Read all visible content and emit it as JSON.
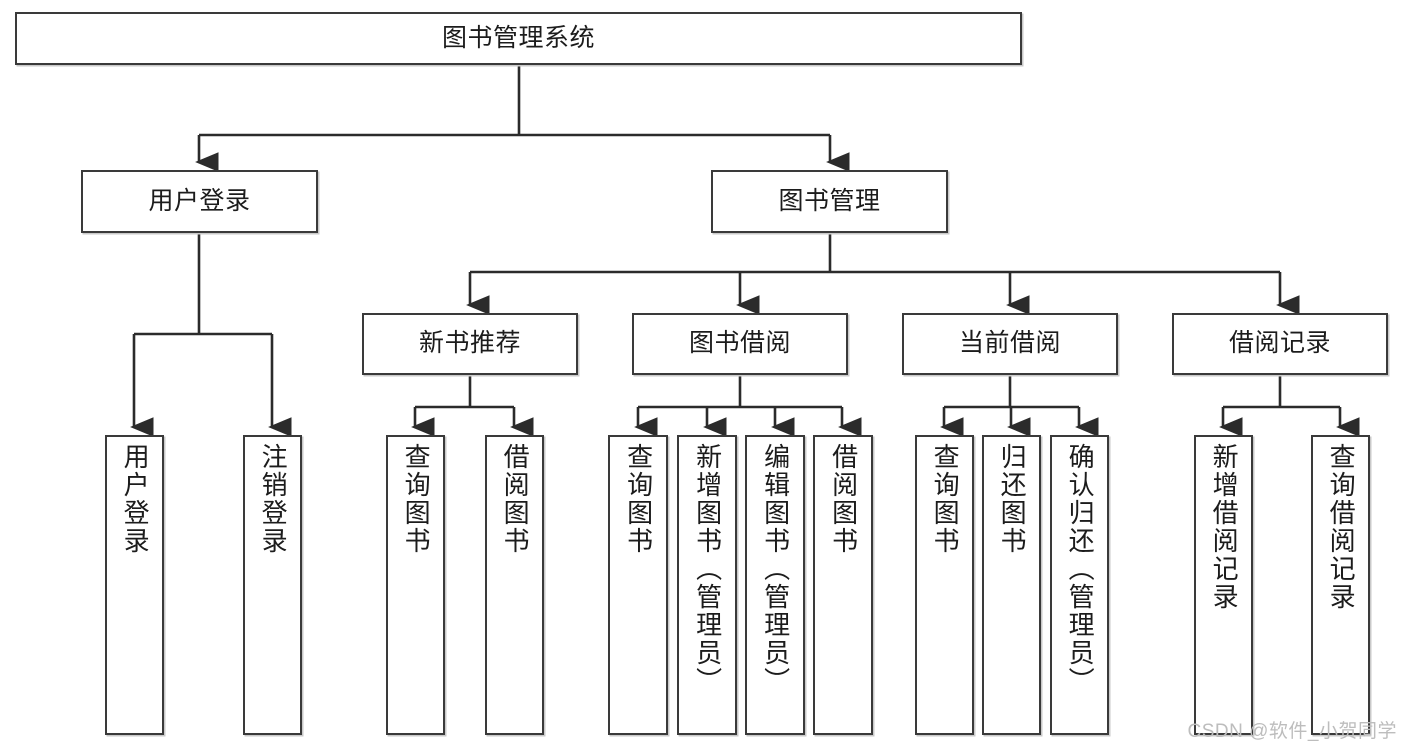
{
  "diagram": {
    "title": "图书管理系统",
    "type": "hierarchy-tree",
    "levels": 4,
    "colors": {
      "box_border": "#3a3a3a",
      "box_fill": "#ffffff",
      "connector": "#2b2b2b",
      "watermark": "#bdbdbd"
    }
  },
  "root": {
    "label": "图书管理系统"
  },
  "level2": [
    {
      "label": "用户登录"
    },
    {
      "label": "图书管理"
    }
  ],
  "level3": [
    {
      "label": "新书推荐"
    },
    {
      "label": "图书借阅"
    },
    {
      "label": "当前借阅"
    },
    {
      "label": "借阅记录"
    }
  ],
  "leaves": {
    "user_login": [
      {
        "label": "用户登录"
      },
      {
        "label": "注销登录"
      }
    ],
    "new_book_recommend": [
      {
        "label": "查询图书"
      },
      {
        "label": "借阅图书"
      }
    ],
    "book_borrow": [
      {
        "label": "查询图书"
      },
      {
        "label": "新增图书（管理员）"
      },
      {
        "label": "编辑图书（管理员）"
      },
      {
        "label": "借阅图书"
      }
    ],
    "current_borrow": [
      {
        "label": "查询图书"
      },
      {
        "label": "归还图书"
      },
      {
        "label": "确认归还（管理员）"
      }
    ],
    "borrow_record": [
      {
        "label": "新增借阅记录"
      },
      {
        "label": "查询借阅记录"
      }
    ]
  },
  "watermark": {
    "text": "CSDN @软件_小贺同学"
  }
}
